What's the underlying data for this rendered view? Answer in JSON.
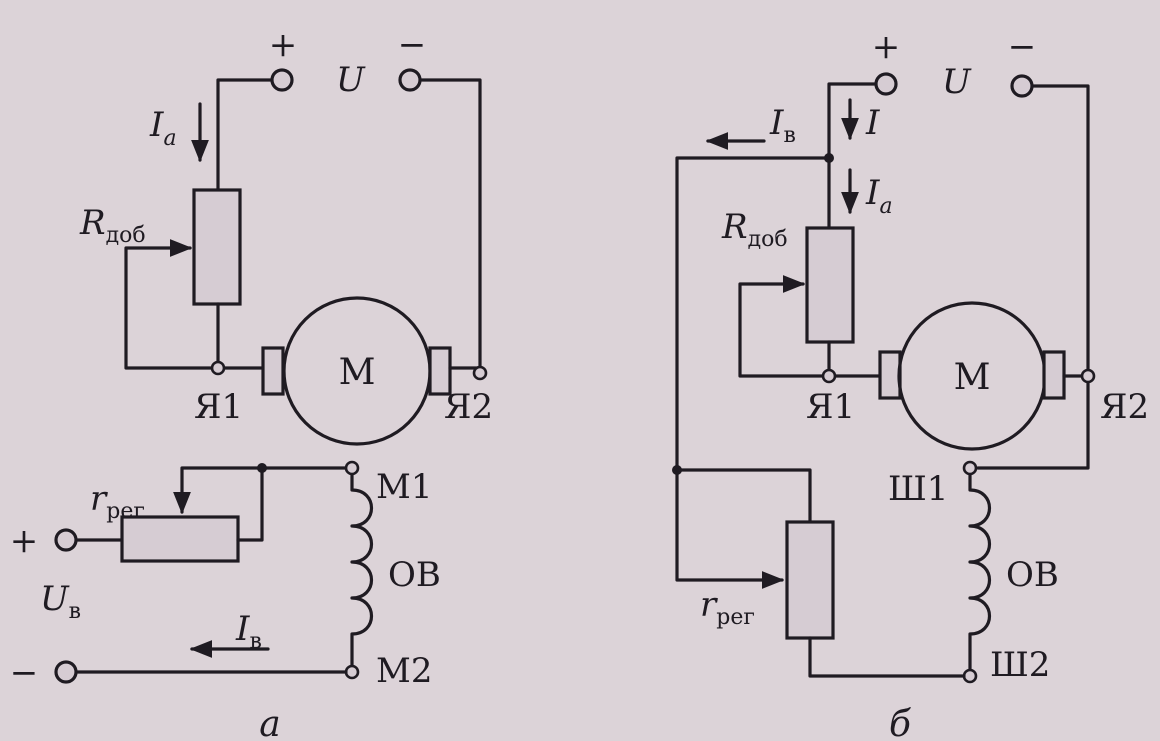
{
  "diagram_a": {
    "plus": "+",
    "voltage": "U",
    "minus": "−",
    "armature_current": "I",
    "armature_current_sub": "a",
    "resistor_main": "R",
    "resistor_sub": "доб",
    "motor": "M",
    "terminal_1": "Я1",
    "terminal_2": "Я2",
    "reg_resistor": "r",
    "reg_resistor_sub": "рег",
    "field_terminal_1": "M1",
    "field_terminal_2": "M2",
    "field_winding": "OB",
    "field_voltage": "U",
    "field_voltage_sub": "в",
    "field_current": "I",
    "field_current_sub": "в",
    "field_plus": "+",
    "field_minus": "−",
    "caption": "а"
  },
  "diagram_b": {
    "plus": "+",
    "voltage": "U",
    "minus": "−",
    "field_current": "I",
    "field_current_sub": "в",
    "total_current": "I",
    "armature_current": "I",
    "armature_current_sub": "a",
    "resistor_main": "R",
    "resistor_sub": "доб",
    "motor": "M",
    "terminal_1": "Я1",
    "terminal_2": "Я2",
    "field_terminal_1": "Ш1",
    "field_terminal_2": "Ш2",
    "field_winding": "OB",
    "reg_resistor": "r",
    "reg_resistor_sub": "рег",
    "caption": "б"
  }
}
